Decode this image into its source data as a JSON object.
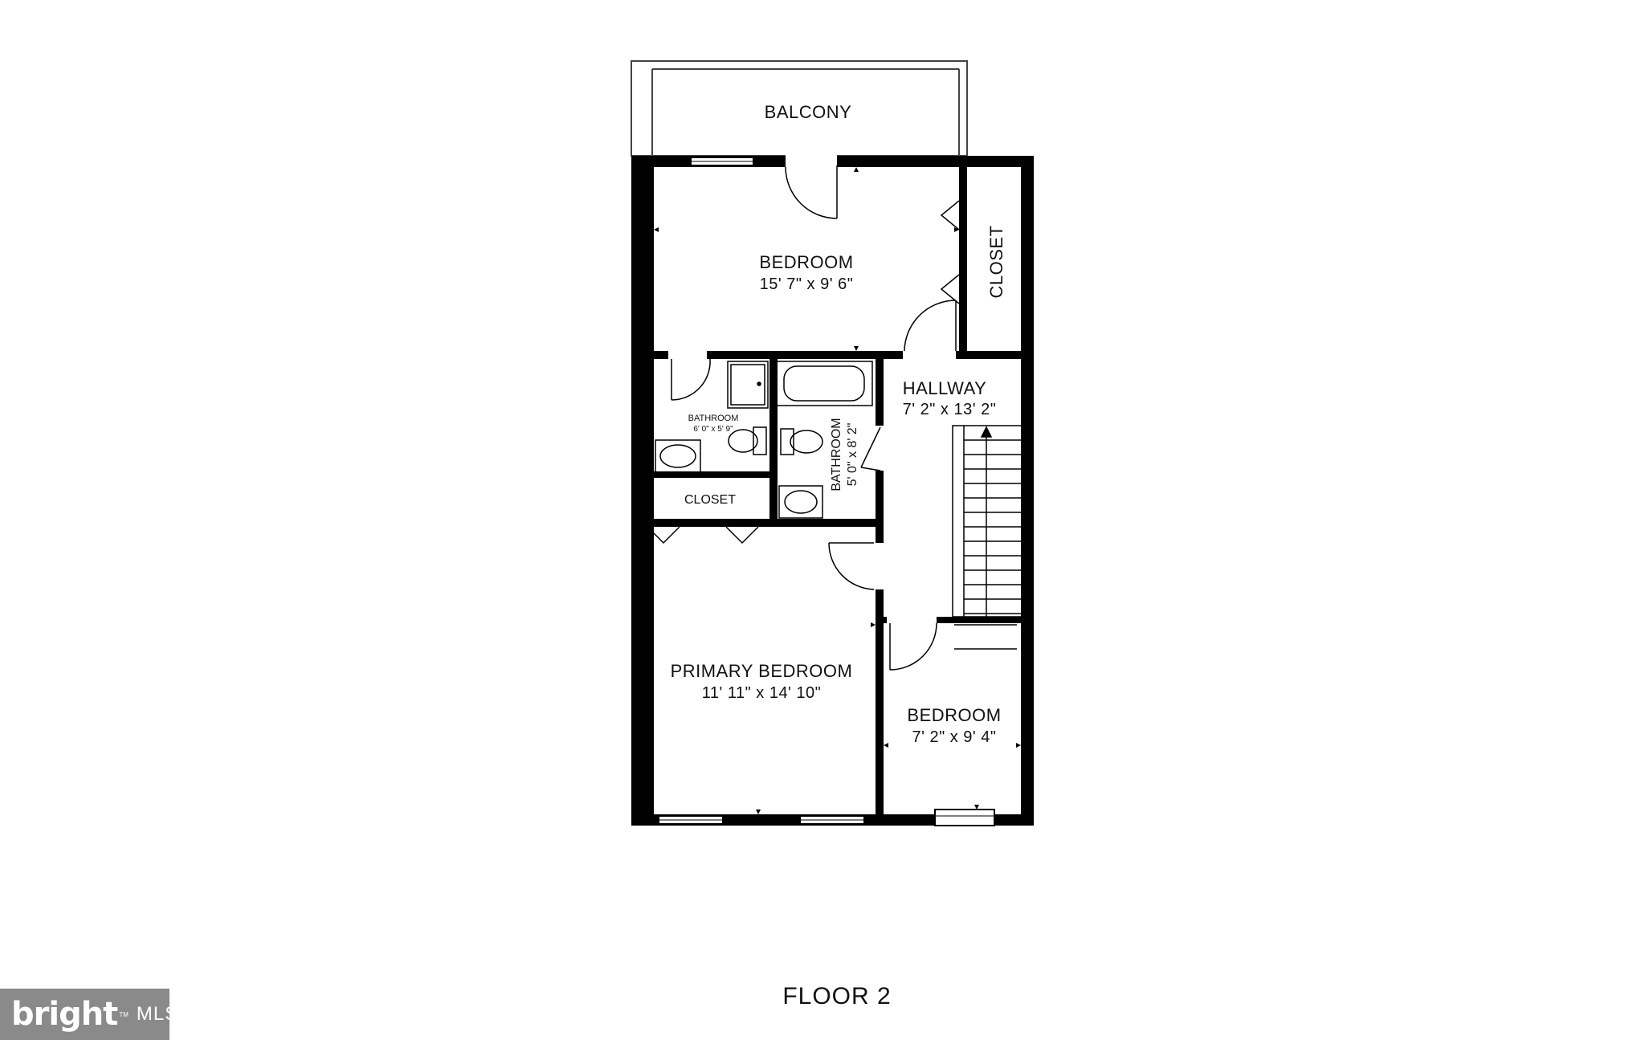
{
  "rooms": {
    "balcony": {
      "name": "BALCONY"
    },
    "bedroom_top": {
      "name": "BEDROOM",
      "dims": "15' 7\" x 9' 6\""
    },
    "closet_right": {
      "name": "CLOSET"
    },
    "hallway": {
      "name": "HALLWAY",
      "dims": "7' 2\" x 13' 2\""
    },
    "bathroom_left": {
      "name": "BATHROOM",
      "dims": "6' 0\" x 5' 9\""
    },
    "bathroom_mid": {
      "name": "BATHROOM",
      "dims": "5' 0\" x 8' 2\""
    },
    "closet_left": {
      "name": "CLOSET"
    },
    "primary_bedroom": {
      "name": "PRIMARY BEDROOM",
      "dims": "11' 11\" x 14' 10\""
    },
    "bedroom_bottom": {
      "name": "BEDROOM",
      "dims": "7' 2\" x 9' 4\""
    }
  },
  "floor_label": "FLOOR 2",
  "watermark": {
    "brand": "bright",
    "tm": "TM",
    "suffix": "MLS"
  },
  "colors": {
    "wall": "#000000",
    "background": "#ffffff",
    "badge": "#8a8a8a"
  },
  "icons": [
    "door-swing-icon",
    "window-icon",
    "bathtub-icon",
    "toilet-icon",
    "sink-icon",
    "shower-icon",
    "stairs-icon"
  ]
}
